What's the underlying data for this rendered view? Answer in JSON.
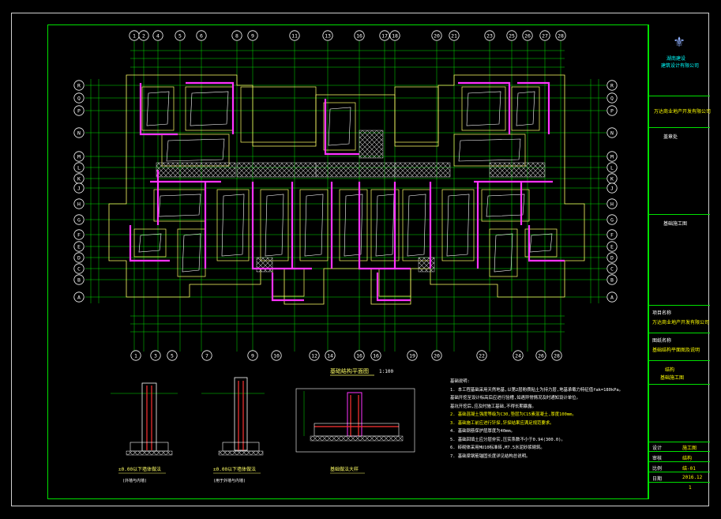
{
  "grid": {
    "top": [
      "1",
      "2",
      "4",
      "5",
      "6",
      "8",
      "9",
      "11",
      "13",
      "16",
      "17",
      "18",
      "20",
      "21",
      "23",
      "25",
      "26",
      "27",
      "28"
    ],
    "bottom": [
      "1",
      "3",
      "5",
      "7",
      "9",
      "10",
      "12",
      "14",
      "16",
      "16",
      "19",
      "20",
      "22",
      "24",
      "26",
      "28"
    ],
    "rows": [
      "R",
      "Q",
      "P",
      "N",
      "M",
      "L",
      "K",
      "J",
      "H",
      "G",
      "F",
      "E",
      "D",
      "C",
      "B",
      "A"
    ]
  },
  "plan": {
    "drawing_title": "基础结构平面图",
    "drawing_scale": "1:100"
  },
  "details": {
    "detail1_title": "±0.00以下墙体做法",
    "detail1_sub": "(外墙与内墙)",
    "detail2_title": "±0.00以下墙体做法",
    "detail2_sub": "(用于外墙与内墙)",
    "detail3_title": "基础做法大样"
  },
  "notes": {
    "title": "基础说明:",
    "items": [
      "1. 本工程基础采用天然地基,以第2层粉质粘土为持力层,地基承载力特征值fak=180kPa。",
      "基础开挖至设计标高后应进行验槽,如遇异常情况及时通知设计单位。",
      "基坑开挖后,应及时施工基础,不得长期暴露。",
      "2. 基础混凝土强度等级为C30,垫层为C15素混凝土,厚度100mm。",
      "3. 基础施工前应进行钎探,钎探结果应满足规范要求。",
      "4. 基础钢筋保护层厚度为40mm。",
      "5. 基础回填土应分层夯实,压实系数不小于0.94(300.0)。",
      "6. 砖砌体采用MU10标准砖,M7.5水泥砂浆砌筑。",
      "7. 基础梁钢筋锚固长度详见结构总说明。"
    ]
  },
  "title_block": {
    "company_cn": "湖南建设",
    "company_sub": "建筑设计有限公司",
    "stamp": "盖章处",
    "project_label": "项目名称",
    "drawing_label": "图纸名称",
    "project_name": "万达商业地产开发有限公司",
    "drawing_name": "基础结构平面图及说明",
    "sheet_name": "基础施工图",
    "design_label": "设计",
    "check_label": "审核",
    "scale_label": "比例",
    "date_label": "日期",
    "stage": "施工图",
    "discipline": "结构",
    "sheet_no": "结-01",
    "date": "2016.12",
    "page": "1"
  },
  "colors": {
    "grid_line": "#00e000",
    "wall": "#ffff66",
    "column": "#ff33ff",
    "axis_bubble": "#ffffff",
    "hatch": "#cfcfcf",
    "note_yellow": "#ffff00"
  }
}
